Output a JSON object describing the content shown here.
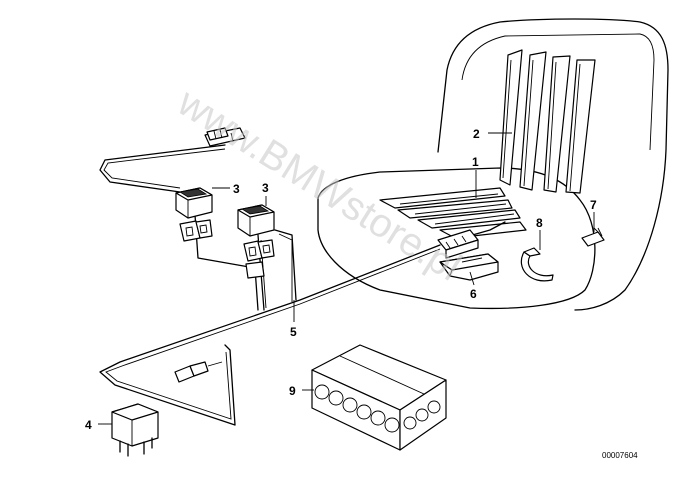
{
  "diagram": {
    "callouts": [
      "1",
      "2",
      "3",
      "3",
      "4",
      "5",
      "6",
      "7",
      "8",
      "9"
    ],
    "reference_code": "00007604"
  },
  "watermark": {
    "text": "www.BMWstore.pl"
  }
}
